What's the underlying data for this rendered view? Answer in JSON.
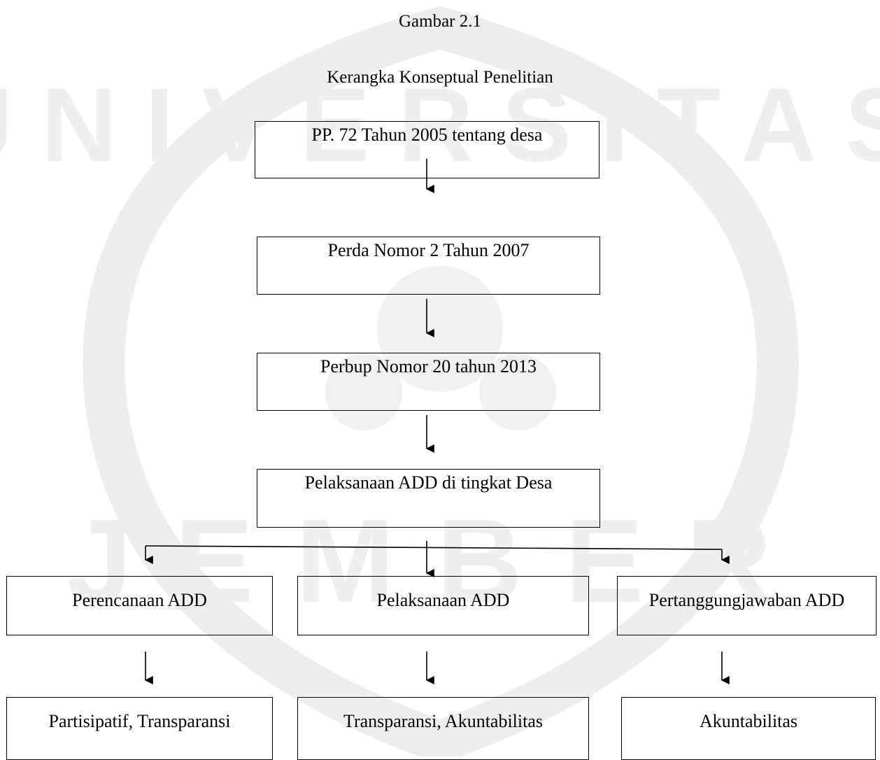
{
  "figure": {
    "number": "Gambar 2.1",
    "title": "Kerangka Konseptual Penelitian"
  },
  "boxes": {
    "pp": "PP. 72 Tahun 2005 tentang desa",
    "perda": "Perda Nomor 2 Tahun 2007",
    "perbup": "Perbup Nomor 20 tahun 2013",
    "pelaksanaan_desa": "Pelaksanaan ADD di tingkat Desa",
    "perencanaan": "Perencanaan ADD",
    "pelaksanaan": "Pelaksanaan ADD",
    "pertanggungjawaban": "Pertanggungjawaban ADD",
    "partisipatif": "Partisipatif, Transparansi",
    "transparansi": "Transparansi, Akuntabilitas",
    "akuntabilitas": "Akuntabilitas"
  },
  "watermark": {
    "text": "UNIVERSITAS JEMBER",
    "color": "#e6e6e6"
  }
}
